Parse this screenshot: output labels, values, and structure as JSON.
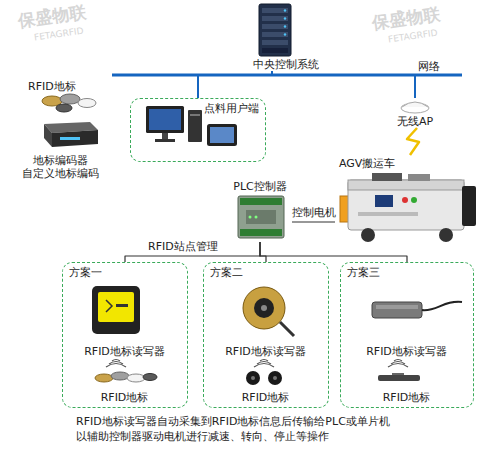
{
  "diagram": {
    "caption": "RFID地标读写器自动采集到RFID地标信息后传输给PLC或单片机 以辅助控制器驱动电机进行减速、转向、停止等操作",
    "nodes": [
      {
        "text": [
          "中央控制系统"
        ]
      },
      {
        "text": [
          "点料用户端"
        ]
      },
      {
        "text": [
          "无线AP"
        ]
      },
      {
        "text": [
          "AGV搬运车"
        ]
      },
      {
        "text": [
          "PLC控制器"
        ]
      },
      {
        "text": [
          "方案一"
        ]
      },
      {
        "text": [
          "RFID地标读写器"
        ],
        "in": 5
      },
      {
        "text": [
          "RFID地标"
        ],
        "in": 5
      },
      {
        "text": [
          "方案二"
        ]
      },
      {
        "text": [
          "RFID地标读写器"
        ],
        "in": 8
      },
      {
        "text": [
          "RFID地标"
        ],
        "in": 8
      },
      {
        "text": [
          "方案三"
        ]
      },
      {
        "text": [
          "RFID地标读写器"
        ],
        "in": 11
      },
      {
        "text": [
          "RFID地标"
        ],
        "in": 11
      },
      {
        "text": [
          "地标编码器 自定义地标编码"
        ]
      }
    ],
    "edges": [
      {
        "from": 0,
        "to": 1,
        "arrow": "none"
      },
      {
        "from": 0,
        "to": 2,
        "arrow": "none"
      },
      {
        "from": 2,
        "to": 3,
        "arrow": "none"
      },
      {
        "from": 4,
        "to": 3,
        "label": "控制电机",
        "arrow": "none"
      },
      {
        "from": 4,
        "to": 5,
        "arrow": "none"
      },
      {
        "from": 4,
        "to": 8,
        "arrow": "none"
      },
      {
        "from": 4,
        "to": 11,
        "arrow": "none"
      }
    ],
    "labels": [
      "RFID地标",
      "网络",
      "RFID站点管理",
      "保盛物联",
      "FETAGRFID",
      "保盛物联",
      "FETAGRFID"
    ]
  }
}
